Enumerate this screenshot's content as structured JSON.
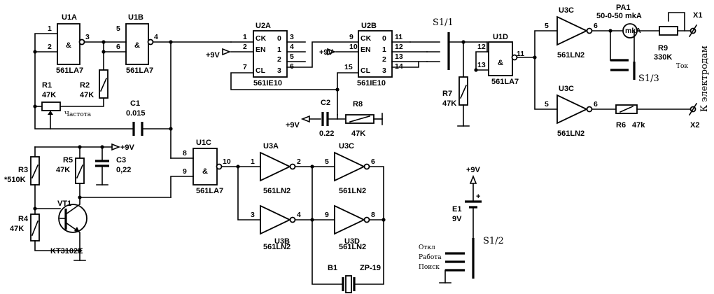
{
  "u1a": {
    "ref": "U1A",
    "type": "561LA7",
    "pins": [
      "1",
      "2",
      "3"
    ]
  },
  "u1b": {
    "ref": "U1B",
    "type": "561LA7",
    "pins": [
      "5",
      "6",
      "4"
    ]
  },
  "r1": {
    "ref": "R1",
    "value": "47K",
    "caption": "Частота"
  },
  "r2": {
    "ref": "R2",
    "value": "47K"
  },
  "c1": {
    "ref": "C1",
    "value": "0.015"
  },
  "u2a": {
    "ref": "U2A",
    "type": "561IE10",
    "supply": "+9V",
    "inputs": [
      "CK",
      "EN",
      "CL"
    ],
    "outputs": [
      "0",
      "1",
      "2",
      "3"
    ],
    "pin_in": [
      "1",
      "2",
      "7"
    ],
    "pin_out": [
      "3",
      "4",
      "5",
      "6"
    ]
  },
  "u2b": {
    "ref": "U2B",
    "type": "561IE10",
    "supply": "+9V",
    "inputs": [
      "CK",
      "EN",
      "CL"
    ],
    "outputs": [
      "0",
      "1",
      "2",
      "3"
    ],
    "pin_in": [
      "9",
      "10",
      "15"
    ],
    "pin_out": [
      "11",
      "12",
      "13",
      "14"
    ]
  },
  "c2": {
    "ref": "C2",
    "value": "0.22",
    "supply": "+9V"
  },
  "r8_reset": {
    "ref": "R8",
    "value": "47K"
  },
  "s1_1": {
    "ref": "S1/1"
  },
  "r7": {
    "ref": "R7",
    "value": "47K"
  },
  "u1d": {
    "ref": "U1D",
    "type": "561LA7",
    "pins": [
      "12",
      "13",
      "11"
    ]
  },
  "u3c_top": {
    "ref": "U3C",
    "type": "561LN2",
    "pins": [
      "5",
      "6"
    ]
  },
  "pa1": {
    "ref": "PA1",
    "range": "50-0-50 mkA",
    "unit": "mkA"
  },
  "s1_3": {
    "ref": "S1/3"
  },
  "r9": {
    "ref": "R9",
    "value": "330K",
    "caption": "Ток"
  },
  "x1": {
    "ref": "X1"
  },
  "u3c_bottom": {
    "ref": "U3C",
    "type": "561LN2",
    "pins": [
      "5",
      "6"
    ]
  },
  "r6": {
    "ref": "R6",
    "value": "47k"
  },
  "x2": {
    "ref": "X2"
  },
  "electrodes_label": "К электродам",
  "supply_left": {
    "label": "+9V"
  },
  "r3": {
    "ref": "R3",
    "value": "*510K"
  },
  "r5": {
    "ref": "R5",
    "value": "47K"
  },
  "c3": {
    "ref": "C3",
    "value": "0,22"
  },
  "vt1": {
    "ref": "VT1",
    "type": "KT3102E"
  },
  "r4": {
    "ref": "R4",
    "value": "47K"
  },
  "u1c": {
    "ref": "U1C",
    "type": "561LA7",
    "pins": [
      "8",
      "9",
      "10"
    ]
  },
  "u3a": {
    "ref": "U3A",
    "type": "561LN2",
    "pins": [
      "1",
      "2"
    ]
  },
  "u3b": {
    "ref": "U3B",
    "type": "561LN2",
    "pins": [
      "3",
      "4"
    ]
  },
  "u3c_lower": {
    "ref": "U3C",
    "type": "561LN2",
    "pins": [
      "5",
      "6"
    ]
  },
  "u3d": {
    "ref": "U3D",
    "type": "561LN2",
    "pins": [
      "9",
      "8"
    ]
  },
  "b1": {
    "ref": "B1",
    "type": "ZP-19"
  },
  "e1": {
    "ref": "E1",
    "value": "9V",
    "supply": "+9V",
    "polarity": "+"
  },
  "s1_2": {
    "ref": "S1/2",
    "positions": [
      "Откл",
      "Работа",
      "Поиск"
    ]
  }
}
